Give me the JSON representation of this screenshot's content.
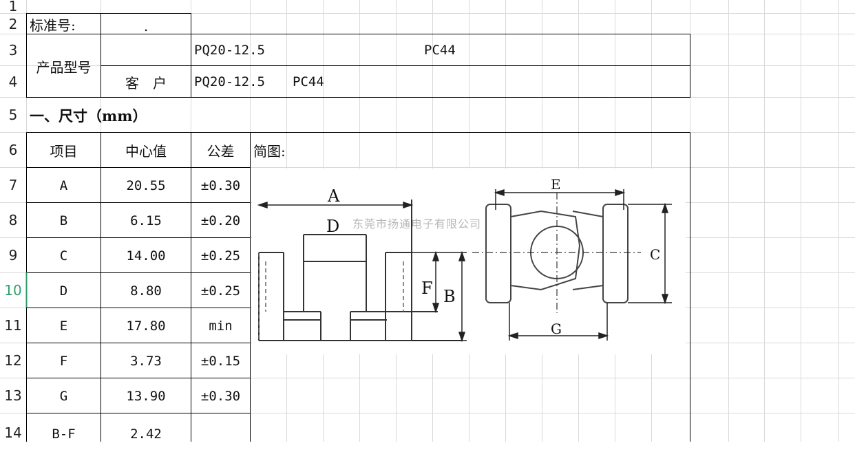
{
  "row_numbers": [
    "1",
    "2",
    "3",
    "4",
    "5",
    "6",
    "7",
    "8",
    "9",
    "10",
    "11",
    "12",
    "13",
    "14"
  ],
  "selected_row": "10",
  "header": {
    "standard_label": "标准号:",
    "standard_value": ".",
    "product_model_label": "产品型号",
    "customer_label": "客　户",
    "model_row3": "PQ20-12.5",
    "material_row3": "PC44",
    "model_row4": "PQ20-12.5",
    "material_row4": "PC44"
  },
  "section_title": "一、尺寸（mm）",
  "table": {
    "columns": [
      "项目",
      "中心值",
      "公差"
    ],
    "rows": [
      {
        "item": "A",
        "center": "20.55",
        "tol": "±0.30"
      },
      {
        "item": "B",
        "center": "6.15",
        "tol": "±0.20"
      },
      {
        "item": "C",
        "center": "14.00",
        "tol": "±0.25"
      },
      {
        "item": "D",
        "center": "8.80",
        "tol": "±0.25"
      },
      {
        "item": "E",
        "center": "17.80",
        "tol": "min"
      },
      {
        "item": "F",
        "center": "3.73",
        "tol": "±0.15"
      },
      {
        "item": "G",
        "center": "13.90",
        "tol": "±0.30"
      },
      {
        "item": "B-F",
        "center": "2.42",
        "tol": ""
      }
    ]
  },
  "diagram": {
    "label": "简图:",
    "dims": {
      "a": "A",
      "b": "B",
      "c": "C",
      "d": "D",
      "e": "E",
      "f": "F",
      "g": "G"
    },
    "watermark": "东莞市扬通电子有限公司"
  },
  "colors": {
    "gridline": "#d9d9d9",
    "border": "#000000",
    "selected_row": "#2e9e6b"
  }
}
